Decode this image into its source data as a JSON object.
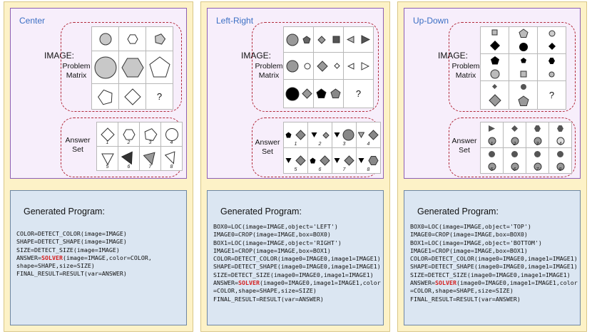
{
  "panels": [
    {
      "title": "Center",
      "image_label": "IMAGE:",
      "matrix_label": [
        "Problem",
        "Matrix"
      ],
      "answer_label": [
        "Answer",
        "Set"
      ],
      "program_title": "Generated Program:",
      "program": [
        "COLOR=DETECT_COLOR(image=IMAGE)",
        "SHAPE=DETECT_SHAPE(image=IMAGE)",
        "SIZE=DETECT_SIZE(image=IMAGE)",
        "ANSWER=SOLVER(image=IMAGE,color=COLOR,",
        "shape=SHAPE,size=SIZE)",
        "FINAL_RESULT=RESULT(var=ANSWER)"
      ]
    },
    {
      "title": "Left-Right",
      "image_label": "IMAGE:",
      "matrix_label": [
        "Problem",
        "Matrix"
      ],
      "answer_label": [
        "Answer",
        "Set"
      ],
      "program_title": "Generated Program:",
      "program": [
        "BOX0=LOC(image=IMAGE,object='LEFT')",
        "IMAGE0=CROP(image=IMAGE,box=BOX0)",
        "BOX1=LOC(image=IMAGE,object='RIGHT')",
        "IMAGE1=CROP(image=IMAGE,box=BOX1)",
        "COLOR=DETECT_COLOR(image0=IMAGE0,image1=IMAGE1)",
        "SHAPE=DETECT_SHAPE(image0=IMAGE0,image1=IMAGE1)",
        "SIZE=DETECT_SIZE(image0=IMAGE0,image1=IMAGE1)",
        "ANSWER=SOLVER(image0=IMAGE0,image1=IMAGE1,color",
        "=COLOR,shape=SHAPE,size=SIZE)",
        "FINAL_RESULT=RESULT(var=ANSWER)"
      ]
    },
    {
      "title": "Up-Down",
      "image_label": "IMAGE:",
      "matrix_label": [
        "Problem",
        "Matrix"
      ],
      "answer_label": [
        "Answer",
        "Set"
      ],
      "program_title": "Generated Program:",
      "program": [
        "BOX0=LOC(image=IMAGE,object='TOP')",
        "IMAGE0=CROP(image=IMAGE,box=BOX0)",
        "BOX1=LOC(image=IMAGE,object='BOTTOM')",
        "IMAGE1=CROP(image=IMAGE,box=BOX1)",
        "COLOR=DETECT_COLOR(image0=IMAGE0,image1=IMAGE1)",
        "SHAPE=DETECT_SHAPE(image0=IMAGE0,image1=IMAGE1)",
        "SIZE=DETECT_SIZE(image0=IMAGE0,image1=IMAGE1)",
        "ANSWER=SOLVER(image0=IMAGE0,image1=IMAGE1,color",
        "=COLOR,shape=SHAPE,size=SIZE)",
        "FINAL_RESULT=RESULT(var=ANSWER)"
      ]
    }
  ],
  "question_mark": "?",
  "answer_numbers": [
    "1",
    "2",
    "3",
    "4",
    "5",
    "6",
    "7",
    "8"
  ],
  "highlight_keyword": "SOLVER",
  "colors": {
    "panel_bg": "#fdf2c7",
    "visual_border": "#8d5fb5",
    "dash_border": "#b12a3b",
    "title_blue": "#3b6fc4",
    "program_bg": "#dbe6f2",
    "keyword_red": "#d41f1f"
  }
}
